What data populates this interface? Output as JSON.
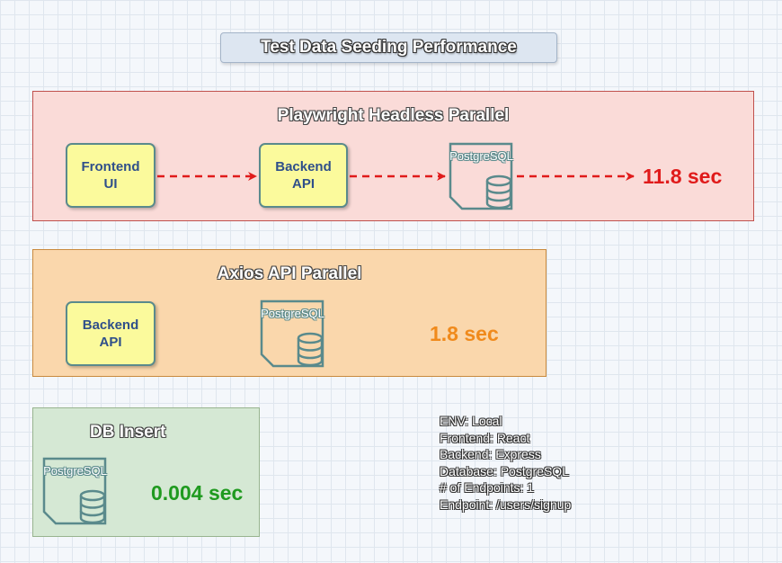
{
  "diagram": {
    "title": "Test Data Seeding Performance",
    "sections": [
      {
        "title": "Playwright Headless Parallel",
        "nodes": [
          {
            "line1": "Frontend",
            "line2": "UI"
          },
          {
            "line1": "Backend",
            "line2": "API"
          }
        ],
        "db_label": "PostgreSQL",
        "result": "11.8 sec",
        "color": "#e01b1b"
      },
      {
        "title": "Axios API Parallel",
        "nodes": [
          {
            "line1": "Backend",
            "line2": "API"
          }
        ],
        "db_label": "PostgreSQL",
        "result": "1.8 sec",
        "color": "#f08a1c"
      },
      {
        "title": "DB Insert",
        "nodes": [],
        "db_label": "PostgreSQL",
        "result": "0.004 sec",
        "color": "#1f9a1f"
      }
    ],
    "environment": [
      "ENV: Local",
      "Frontend: React",
      "Backend: Express",
      "Database: PostgreSQL",
      "# of Endpoints: 1",
      "Endpoint: /users/signup"
    ]
  },
  "colors": {
    "red_section_fill": "#fadbd8",
    "orange_section_fill": "#fad7ac",
    "green_section_fill": "#d5e8d4",
    "node_fill": "#fbfa9c",
    "db_stroke": "#5a8a8c"
  }
}
